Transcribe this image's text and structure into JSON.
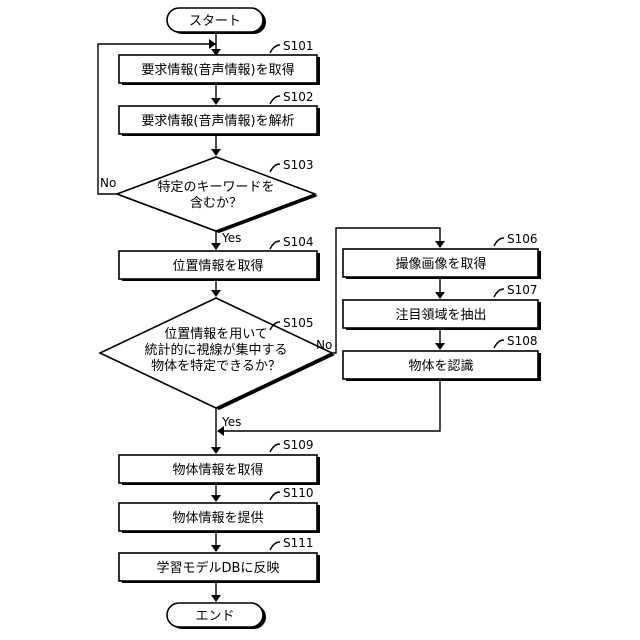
{
  "terminals": {
    "start": "スタート",
    "end": "エンド"
  },
  "steps": {
    "s101": {
      "id": "S101",
      "label": "要求情報(音声情報)を取得"
    },
    "s102": {
      "id": "S102",
      "label": "要求情報(音声情報)を解析"
    },
    "s103": {
      "id": "S103",
      "label_lines": [
        "特定のキーワードを",
        "含むか？"
      ]
    },
    "s104": {
      "id": "S104",
      "label": "位置情報を取得"
    },
    "s105": {
      "id": "S105",
      "label_lines": [
        "位置情報を用いて",
        "統計的に視線が集中する",
        "物体を特定できるか？"
      ]
    },
    "s106": {
      "id": "S106",
      "label": "撮像画像を取得"
    },
    "s107": {
      "id": "S107",
      "label": "注目領域を抽出"
    },
    "s108": {
      "id": "S108",
      "label": "物体を認識"
    },
    "s109": {
      "id": "S109",
      "label": "物体情報を取得"
    },
    "s110": {
      "id": "S110",
      "label": "物体情報を提供"
    },
    "s111": {
      "id": "S111",
      "label": "学習モデルDBに反映"
    }
  },
  "branches": {
    "s103_no": "No",
    "s103_yes": "Yes",
    "s105_no": "No",
    "s105_yes": "Yes"
  }
}
